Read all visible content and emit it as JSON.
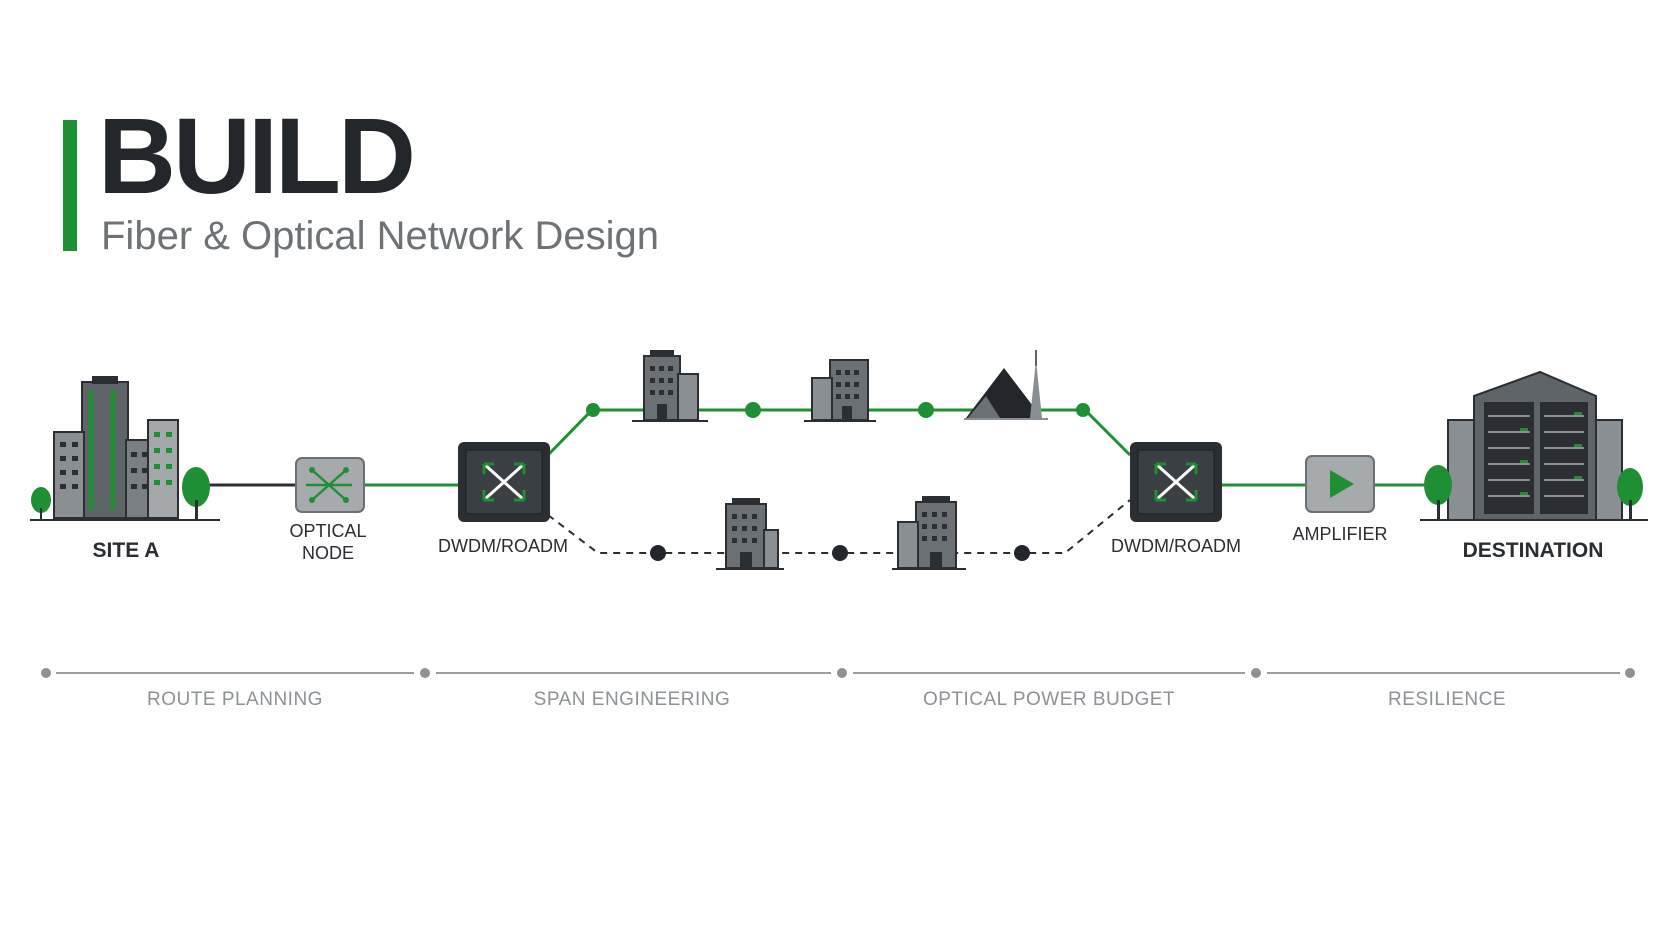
{
  "title": "BUILD",
  "subtitle": "Fiber & Optical Network Design",
  "colors": {
    "accent": "#1f8f33",
    "dark": "#23272c",
    "device": "#2b2f33",
    "building": "#6b7075",
    "muted": "#8d9296"
  },
  "nodes": {
    "site_a": "SITE A",
    "optical_node_line1": "OPTICAL",
    "optical_node_line2": "NODE",
    "roadm_left": "DWDM/ROADM",
    "roadm_right": "DWDM/ROADM",
    "amplifier": "AMPLIFIER",
    "destination": "DESTINATION"
  },
  "icons": {
    "site_a": "city-buildings-icon",
    "optical_node": "optical-splitter-icon",
    "roadm": "roadm-crossconnect-icon",
    "amplifier": "amplifier-play-icon",
    "destination": "data-center-icon",
    "mountain": "mountain-tower-icon"
  },
  "phases": [
    "ROUTE PLANNING",
    "SPAN ENGINEERING",
    "OPTICAL POWER BUDGET",
    "RESILIENCE"
  ]
}
